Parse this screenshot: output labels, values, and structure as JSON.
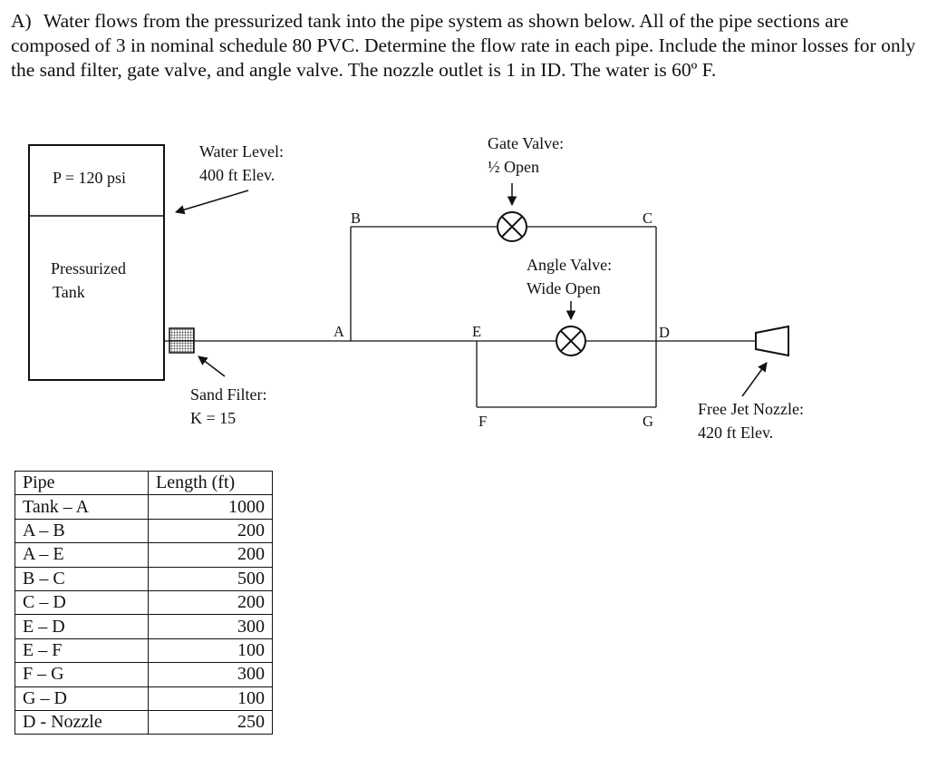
{
  "problem": {
    "label": "A)",
    "text": "Water flows from the pressurized tank into the pipe system as shown below. All of the pipe sections are composed of 3 in nominal schedule 80 PVC. Determine the flow rate in each pipe. Include the minor losses for only the sand filter, gate valve, and angle valve. The nozzle outlet is 1 in ID. The water is 60º F."
  },
  "diagram": {
    "tank_pressure": "P = 120 psi",
    "tank_label_line1": "Pressurized",
    "tank_label_line2": "Tank",
    "water_level_line1": "Water Level:",
    "water_level_line2": "400 ft Elev.",
    "gate_valve_line1": "Gate Valve:",
    "gate_valve_line2": "½ Open",
    "angle_valve_line1": "Angle Valve:",
    "angle_valve_line2": "Wide Open",
    "sand_filter_line1": "Sand Filter:",
    "sand_filter_line2": "K = 15",
    "nozzle_line1": "Free Jet Nozzle:",
    "nozzle_line2": "420 ft Elev.",
    "points": {
      "A": "A",
      "B": "B",
      "C": "C",
      "D": "D",
      "E": "E",
      "F": "F",
      "G": "G"
    }
  },
  "table": {
    "headers": [
      "Pipe",
      "Length (ft)"
    ],
    "rows": [
      [
        "Tank – A",
        "1000"
      ],
      [
        "A – B",
        "200"
      ],
      [
        "A – E",
        "200"
      ],
      [
        "B – C",
        "500"
      ],
      [
        "C – D",
        "200"
      ],
      [
        "E – D",
        "300"
      ],
      [
        "E – F",
        "100"
      ],
      [
        "F – G",
        "300"
      ],
      [
        "G – D",
        "100"
      ],
      [
        "D - Nozzle",
        "250"
      ]
    ]
  }
}
